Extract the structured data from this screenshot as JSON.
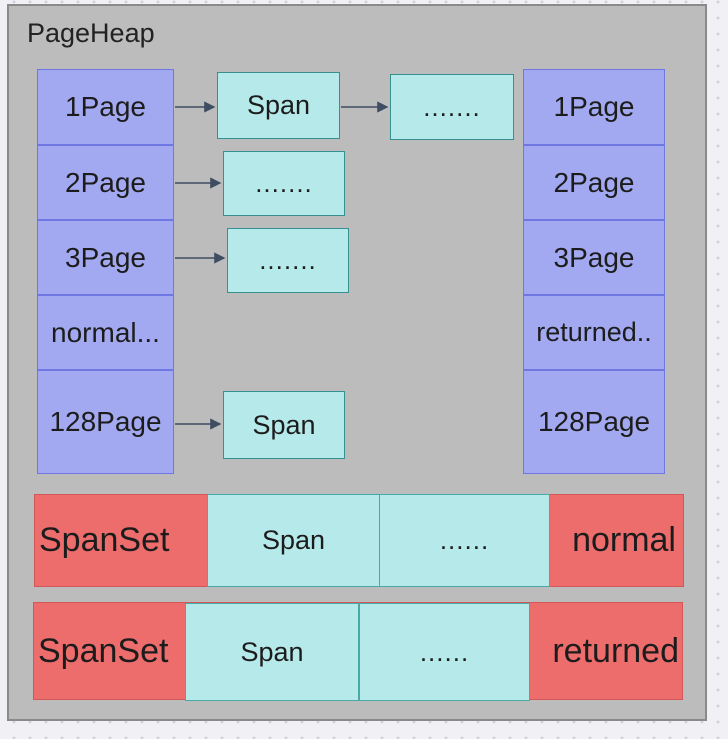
{
  "title": "PageHeap",
  "palette": {
    "canvas_bg": "#f1f1f5",
    "container_fill": "#bcbcbc",
    "container_border": "#8a8a8a",
    "page_box_fill": "#a3a9f1",
    "page_box_border": "#6f77e3",
    "span_box_fill": "#b6e9ea",
    "span_box_border": "#35908f",
    "spanset_fill": "#ed6c6c",
    "arrow_color": "#3e4d61",
    "text_color": "#1c1c1c"
  },
  "normal_freelist": {
    "items": [
      {
        "label": "1Page"
      },
      {
        "label": "2Page"
      },
      {
        "label": "3Page"
      },
      {
        "label": "normal..."
      },
      {
        "label": "128Page"
      }
    ]
  },
  "returned_freelist": {
    "items": [
      {
        "label": "1Page"
      },
      {
        "label": "2Page"
      },
      {
        "label": "3Page"
      },
      {
        "label": "returned.."
      },
      {
        "label": "128Page"
      }
    ]
  },
  "span_nodes": {
    "row1_span": "Span",
    "row1_dots": ".......",
    "row2_dots": ".......",
    "row3_dots": ".......",
    "row128_span": "Span"
  },
  "bottom_rows": [
    {
      "set_label": "SpanSet",
      "span_label": "Span",
      "dots_label": "......",
      "side_label": "normal"
    },
    {
      "set_label": "SpanSet",
      "span_label": "Span",
      "dots_label": "......",
      "side_label": "returned"
    }
  ]
}
